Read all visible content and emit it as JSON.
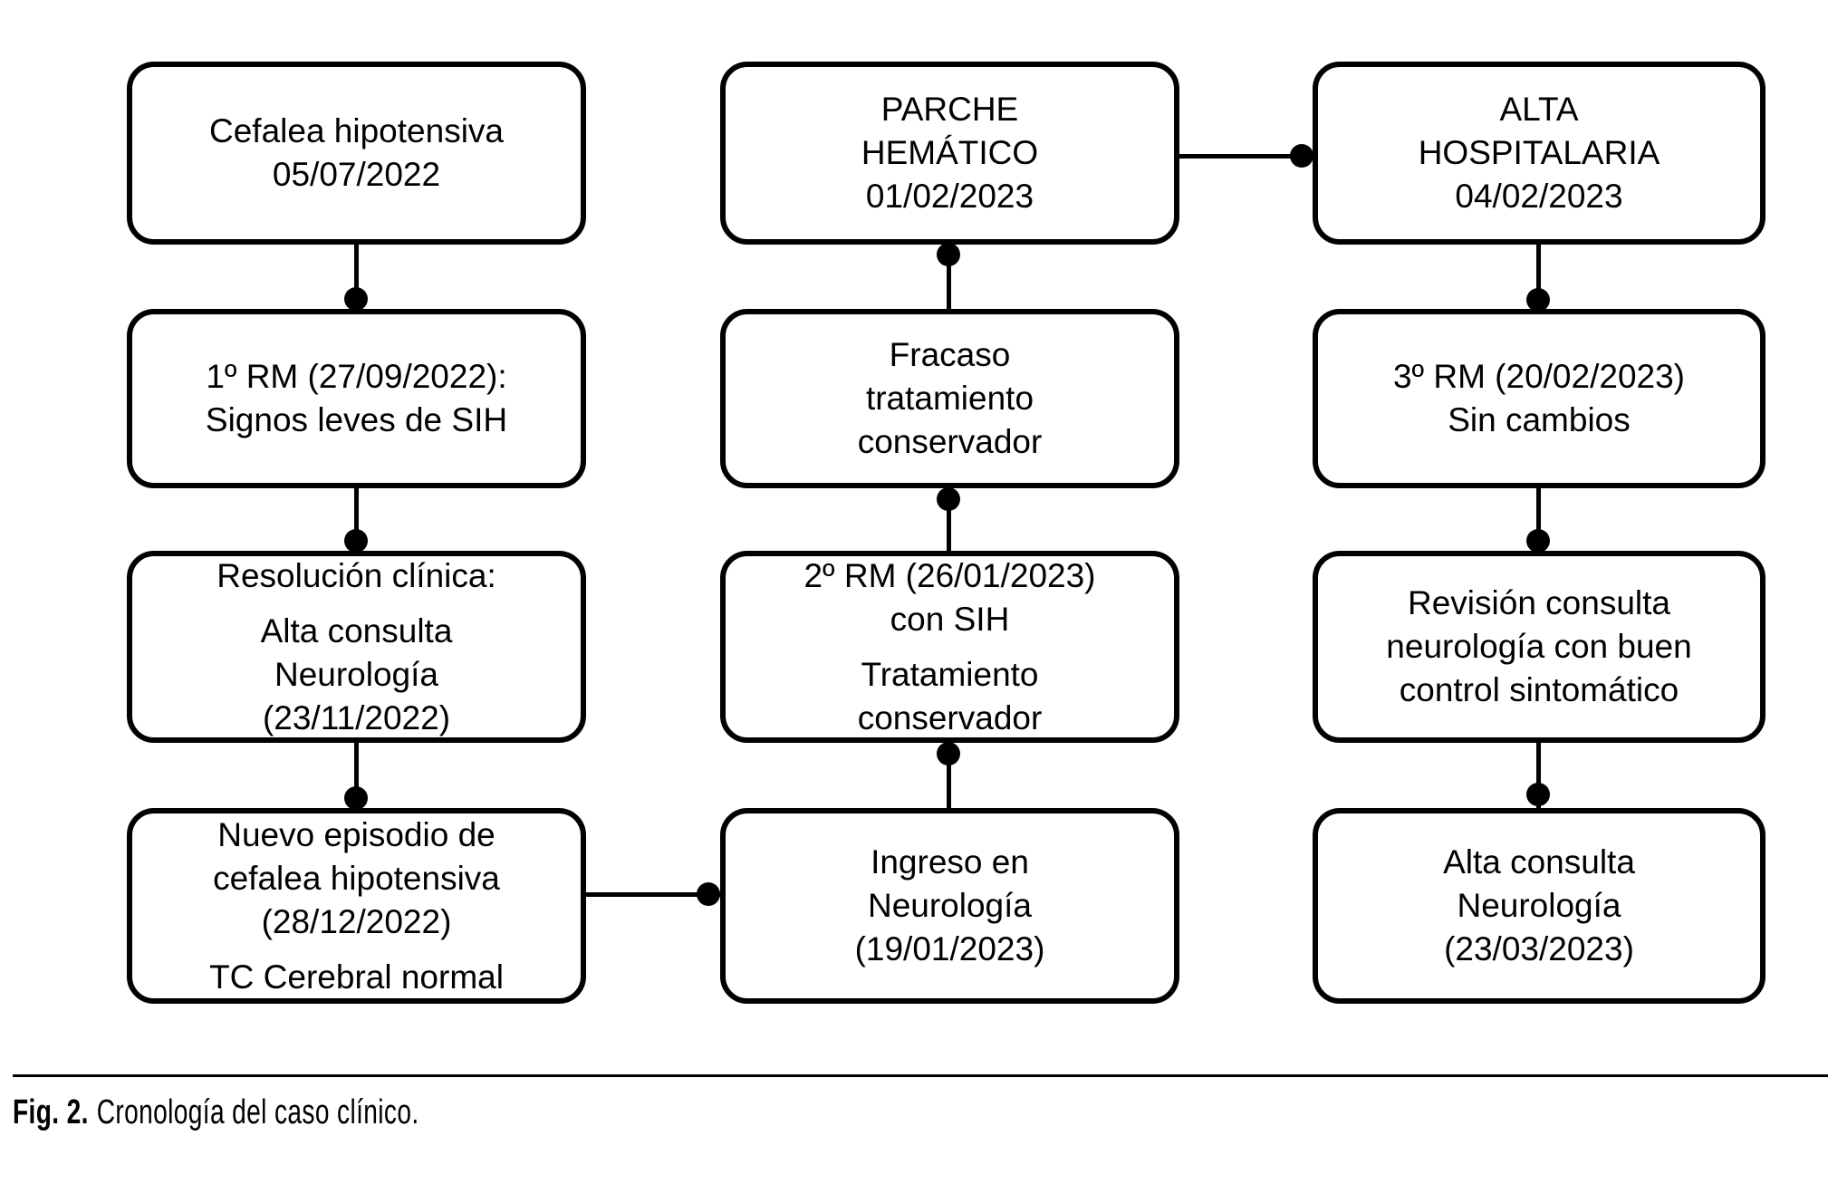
{
  "figure": {
    "caption": {
      "label": "Fig. 2.",
      "text": "Cronología del caso clínico."
    }
  },
  "colors": {
    "stroke": "#000000",
    "background": "#ffffff",
    "text": "#000000"
  },
  "diagram": {
    "type": "flowchart-timeline",
    "columns": [
      {
        "boxes": [
          {
            "paragraphs": [
              "Cefalea hipotensiva\n05/07/2022"
            ]
          },
          {
            "paragraphs": [
              "1º RM (27/09/2022):\nSignos leves de SIH"
            ]
          },
          {
            "paragraphs": [
              "Resolución clínica:",
              "Alta consulta\nNeurología\n(23/11/2022)"
            ]
          },
          {
            "paragraphs": [
              "Nuevo episodio de\ncefalea hipotensiva\n(28/12/2022)",
              "TC Cerebral normal"
            ]
          }
        ]
      },
      {
        "boxes": [
          {
            "paragraphs": [
              "PARCHE\nHEMÁTICO\n01/02/2023"
            ]
          },
          {
            "paragraphs": [
              "Fracaso\ntratamiento\nconservador"
            ]
          },
          {
            "paragraphs": [
              "2º RM (26/01/2023)\ncon SIH",
              "Tratamiento\nconservador"
            ]
          },
          {
            "paragraphs": [
              "Ingreso en\nNeurología\n(19/01/2023)"
            ]
          }
        ]
      },
      {
        "boxes": [
          {
            "paragraphs": [
              "ALTA\nHOSPITALARIA\n04/02/2023"
            ]
          },
          {
            "paragraphs": [
              "3º RM (20/02/2023)\nSin cambios"
            ]
          },
          {
            "paragraphs": [
              "Revisión consulta\nneurología con buen\ncontrol sintomático"
            ]
          },
          {
            "paragraphs": [
              "Alta consulta\nNeurología\n(23/03/2023)"
            ]
          }
        ]
      }
    ]
  }
}
